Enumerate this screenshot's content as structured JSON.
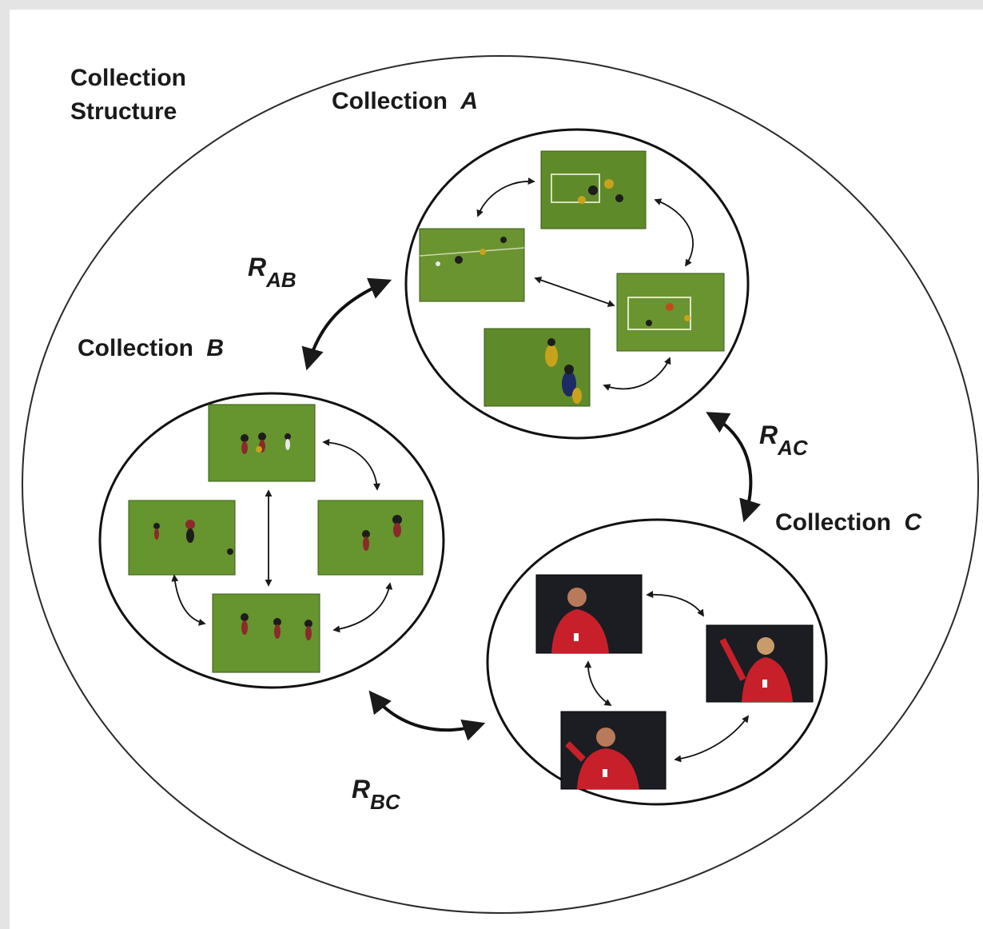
{
  "diagram": {
    "structure_label_line1": "Collection",
    "structure_label_line2": "Structure",
    "collection_a": {
      "word": "Collection",
      "letter": "A"
    },
    "collection_b": {
      "word": "Collection",
      "letter": "B"
    },
    "collection_c": {
      "word": "Collection",
      "letter": "C"
    },
    "relations": {
      "ab": {
        "r": "R",
        "sub": "AB"
      },
      "ac": {
        "r": "R",
        "sub": "AC"
      },
      "bc": {
        "r": "R",
        "sub": "BC"
      }
    }
  },
  "colors": {
    "field_green": "#5f8a2a",
    "field_green_dark": "#4e7420",
    "night_dark": "#1b1d22",
    "jersey_red": "#c8202a",
    "ink": "#1a1a1a"
  }
}
